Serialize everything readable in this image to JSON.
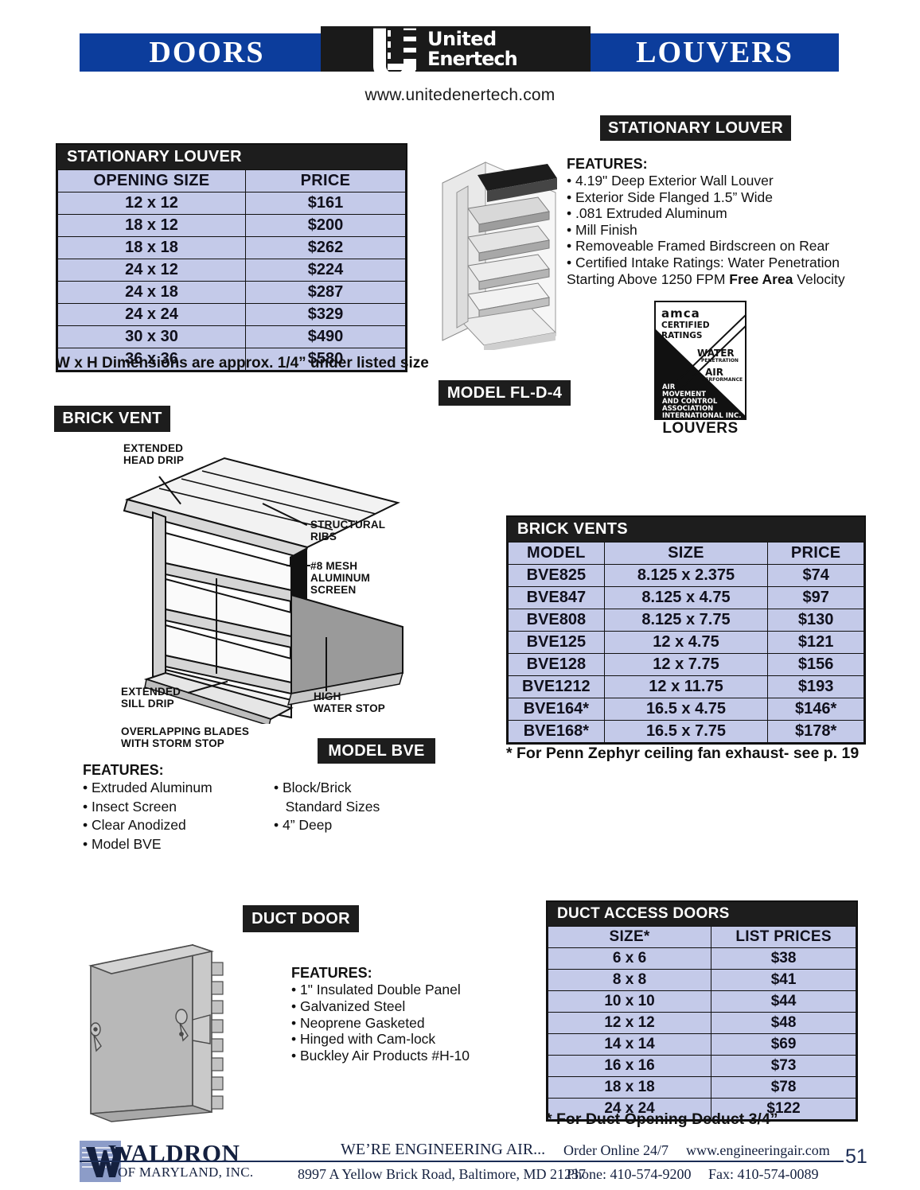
{
  "header": {
    "left_word": "DOORS",
    "right_word": "LOUVERS",
    "logo_line1": "United",
    "logo_line2": "Enertech",
    "url": "www.unitedenertech.com"
  },
  "stationary_louver": {
    "tag": "STATIONARY LOUVER",
    "model_tag": "MODEL FL-D-4",
    "features_title": "FEATURES:",
    "features": [
      "4.19\" Deep Exterior Wall Louver",
      "Exterior Side Flanged 1.5” Wide",
      ".081 Extruded Aluminum",
      "Mill Finish",
      "Removeable Framed Birdscreen on Rear",
      "Certified Intake Ratings: Water Penetration"
    ],
    "features_tail_pre": "Starting Above 1250 FPM ",
    "features_tail_bold": "Free Area",
    "features_tail_post": " Velocity",
    "table": {
      "title": "STATIONARY LOUVER",
      "columns": [
        "OPENING SIZE",
        "PRICE"
      ],
      "rows": [
        [
          "12 x 12",
          "$161"
        ],
        [
          "18 x 12",
          "$200"
        ],
        [
          "18 x 18",
          "$262"
        ],
        [
          "24 x 12",
          "$224"
        ],
        [
          "24 x 18",
          "$287"
        ],
        [
          "24 x 24",
          "$329"
        ],
        [
          "30 x 30",
          "$490"
        ],
        [
          "36 x 36",
          "$580"
        ]
      ],
      "note": "W x H Dimensions are approx. 1/4” under listed size"
    }
  },
  "amca": {
    "brand": "amca",
    "line_certified": "CERTIFIED",
    "line_ratings": "RATINGS",
    "water": "WATER",
    "water_sub": "PENETRATION",
    "air": "AIR",
    "air_sub": "PERFORMANCE",
    "assoc": [
      "AIR",
      "MOVEMENT",
      "AND CONTROL",
      "ASSOCIATION",
      "INTERNATIONAL INC."
    ],
    "label": "LOUVERS"
  },
  "brick_vent": {
    "tag": "BRICK VENT",
    "model_tag": "MODEL BVE",
    "callouts": {
      "head_drip": "EXTENDED\nHEAD DRIP",
      "structural_ribs": "STRUCTURAL\nRIBS",
      "mesh_screen": "#8 MESH\nALUMINUM\nSCREEN",
      "sill_drip": "EXTENDED\nSILL DRIP",
      "water_stop": "HIGH\nWATER STOP",
      "blades": "OVERLAPPING BLADES\nWITH STORM STOP"
    },
    "features_title": "FEATURES:",
    "features_col1": [
      "Extruded Aluminum",
      "Insect Screen",
      "Clear Anodized",
      "Model BVE"
    ],
    "features_col2": [
      "Block/Brick",
      "Standard Sizes",
      "4” Deep"
    ],
    "table": {
      "title": "BRICK VENTS",
      "columns": [
        "MODEL",
        "SIZE",
        "PRICE"
      ],
      "rows": [
        [
          "BVE825",
          "8.125 x 2.375",
          "$74"
        ],
        [
          "BVE847",
          "8.125 x 4.75",
          "$97"
        ],
        [
          "BVE808",
          "8.125 x 7.75",
          "$130"
        ],
        [
          "BVE125",
          "12 x 4.75",
          "$121"
        ],
        [
          "BVE128",
          "12 x 7.75",
          "$156"
        ],
        [
          "BVE1212",
          "12 x 11.75",
          "$193"
        ],
        [
          "BVE164*",
          "16.5 x 4.75",
          "$146*"
        ],
        [
          "BVE168*",
          "16.5 x 7.75",
          "$178*"
        ]
      ],
      "note": "* For Penn Zephyr ceiling fan exhaust- see p. 19"
    }
  },
  "duct_door": {
    "tag": "DUCT DOOR",
    "features_title": "FEATURES:",
    "features": [
      "1\" Insulated Double Panel",
      "Galvanized Steel",
      "Neoprene Gasketed",
      "Hinged with Cam-lock",
      "Buckley Air Products #H-10"
    ],
    "table": {
      "title": "DUCT ACCESS DOORS",
      "columns": [
        "SIZE*",
        "LIST PRICES"
      ],
      "rows": [
        [
          "6 x 6",
          "$38"
        ],
        [
          "8 x 8",
          "$41"
        ],
        [
          "10 x 10",
          "$44"
        ],
        [
          "12 x 12",
          "$48"
        ],
        [
          "14 x 14",
          "$69"
        ],
        [
          "16 x 16",
          "$73"
        ],
        [
          "18 x 18",
          "$78"
        ],
        [
          "24 x 24",
          "$122"
        ]
      ],
      "note": "* For Duct Opening Deduct 3/4”"
    }
  },
  "footer": {
    "company": "WALDRON",
    "company_sub": "OF MARYLAND, INC.",
    "tagline": "WE’RE ENGINEERING AIR...",
    "order": "Order Online 24/7",
    "website": "www.engineeringair.com",
    "address": "8997 A Yellow Brick Road, Baltimore, MD 21237",
    "phone": "Phone: 410-574-9200",
    "fax": "Fax: 410-574-0089",
    "page_number": "51"
  }
}
